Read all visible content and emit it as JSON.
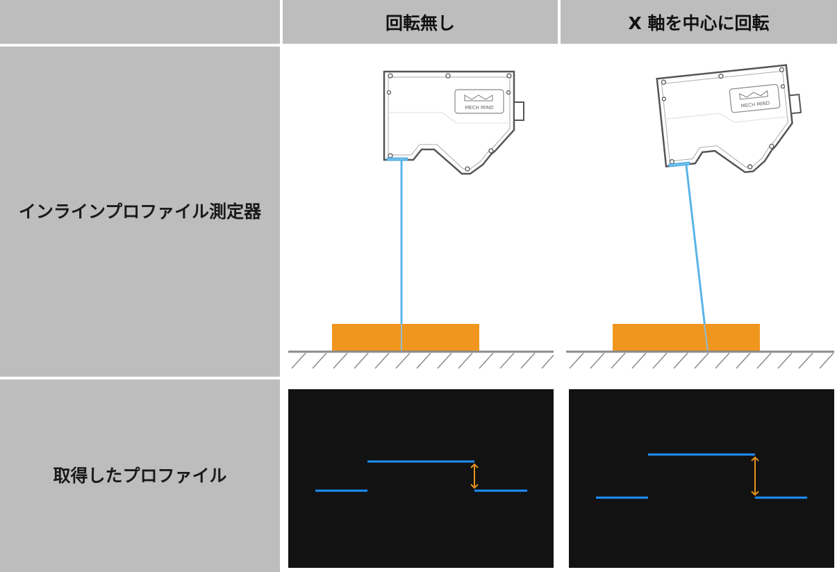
{
  "table": {
    "col_headers": [
      "",
      "回転無し",
      "X 軸を中心に回転"
    ],
    "row_labels": [
      "インラインプロファイル測定器",
      "取得したプロファイル"
    ]
  },
  "device": {
    "logo_text": "MECH MIND"
  },
  "colors": {
    "header_bg": "#bdbdbd",
    "grid_line": "#e6e6e6",
    "laser": "#5ab4e8",
    "object": "#f0961e",
    "ground": "#8a8a8a",
    "profile_bg": "#121212",
    "profile_line": "#1e90ff",
    "height_marker": "#e8921c"
  }
}
